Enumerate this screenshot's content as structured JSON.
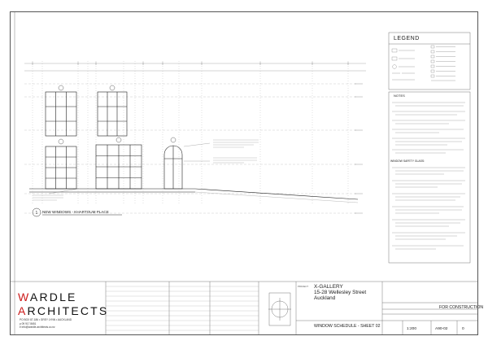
{
  "legend": {
    "title": "LEGEND"
  },
  "notes": {
    "title": "NOTES",
    "window_safety_title": "WINDOW SAFETY GLASS:"
  },
  "view": {
    "title": "NEW WINDOWS - KHARTOUM PLACE"
  },
  "project": {
    "label": "PROJECT",
    "lines": [
      "X-GALLERY",
      "15-28 Wellesley Street",
      "Auckland"
    ]
  },
  "sheet": {
    "title": "WINDOW SCHEDULE - SHEET 02",
    "status": "FOR CONSTRUCTION",
    "scale": "1:200",
    "number": "A90-02",
    "revision": "0"
  },
  "firm": {
    "name_first": "ARDLE",
    "name_second": "RCHITECTS",
    "initial_first": "W",
    "initial_second": "A",
    "contact_lines": [
      "PO BOX 87-186 • GREY LYNN • AUCKLAND",
      "p 09 917 8651",
      "e    info@wardle-architects.co.nz"
    ]
  },
  "colors": {
    "logo_accent": "#cc1a1a",
    "linework": "#333333"
  }
}
